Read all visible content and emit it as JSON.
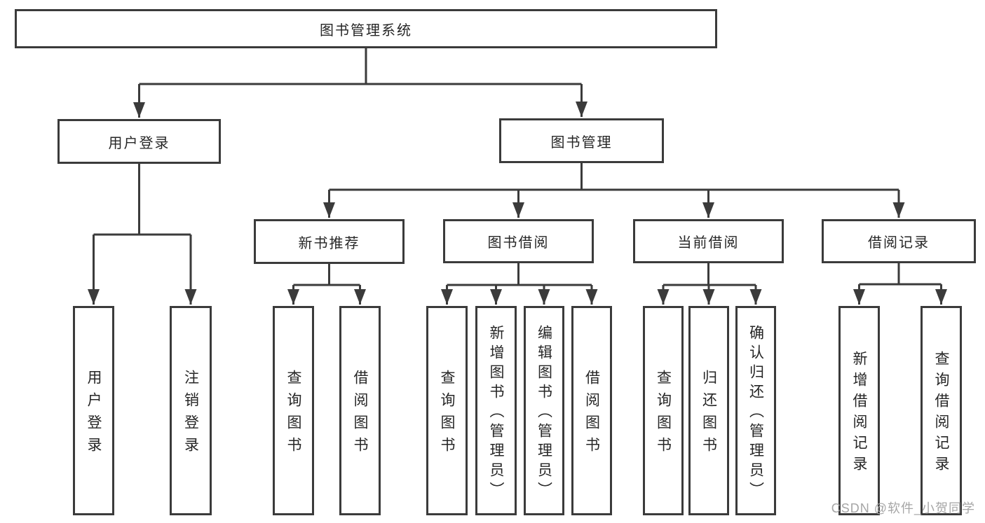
{
  "nodes": {
    "root": {
      "label": "图书管理系统"
    },
    "user_login": {
      "label": "用户登录"
    },
    "book_mgmt": {
      "label": "图书管理"
    },
    "new_book_rec": {
      "label": "新书推荐"
    },
    "book_borrow": {
      "label": "图书借阅"
    },
    "current_borrow": {
      "label": "当前借阅"
    },
    "borrow_record": {
      "label": "借阅记录"
    },
    "leaf_user_login": {
      "label": "用户登录"
    },
    "leaf_logout_login": {
      "label": "注销登录"
    },
    "leaf_query_book_rec": {
      "label": "查询图书"
    },
    "leaf_borrow_book_rec": {
      "label": "借阅图书"
    },
    "leaf_query_book_borrow": {
      "label": "查询图书"
    },
    "leaf_add_book_admin": {
      "label": "新增图书（管理员）"
    },
    "leaf_edit_book_admin": {
      "label": "编辑图书（管理员）"
    },
    "leaf_borrow_book_borrow": {
      "label": "借阅图书"
    },
    "leaf_query_book_current": {
      "label": "查询图书"
    },
    "leaf_return_book": {
      "label": "归还图书"
    },
    "leaf_confirm_return_admin": {
      "label": "确认归还（管理员）"
    },
    "leaf_add_borrow_record": {
      "label": "新增借阅记录"
    },
    "leaf_query_borrow_record": {
      "label": "查询借阅记录"
    }
  },
  "tree": {
    "图书管理系统": {
      "用户登录": [
        "用户登录",
        "注销登录"
      ],
      "图书管理": {
        "新书推荐": [
          "查询图书",
          "借阅图书"
        ],
        "图书借阅": [
          "查询图书",
          "新增图书（管理员）",
          "编辑图书（管理员）",
          "借阅图书"
        ],
        "当前借阅": [
          "查询图书",
          "归还图书",
          "确认归还（管理员）"
        ],
        "借阅记录": [
          "新增借阅记录",
          "查询借阅记录"
        ]
      }
    }
  },
  "watermark": {
    "text": "CSDN @软件_小贺同学"
  },
  "colors": {
    "line": "#3b3b3b",
    "text": "#262626",
    "watermark": "#a6a6a6",
    "background": "#ffffff"
  }
}
